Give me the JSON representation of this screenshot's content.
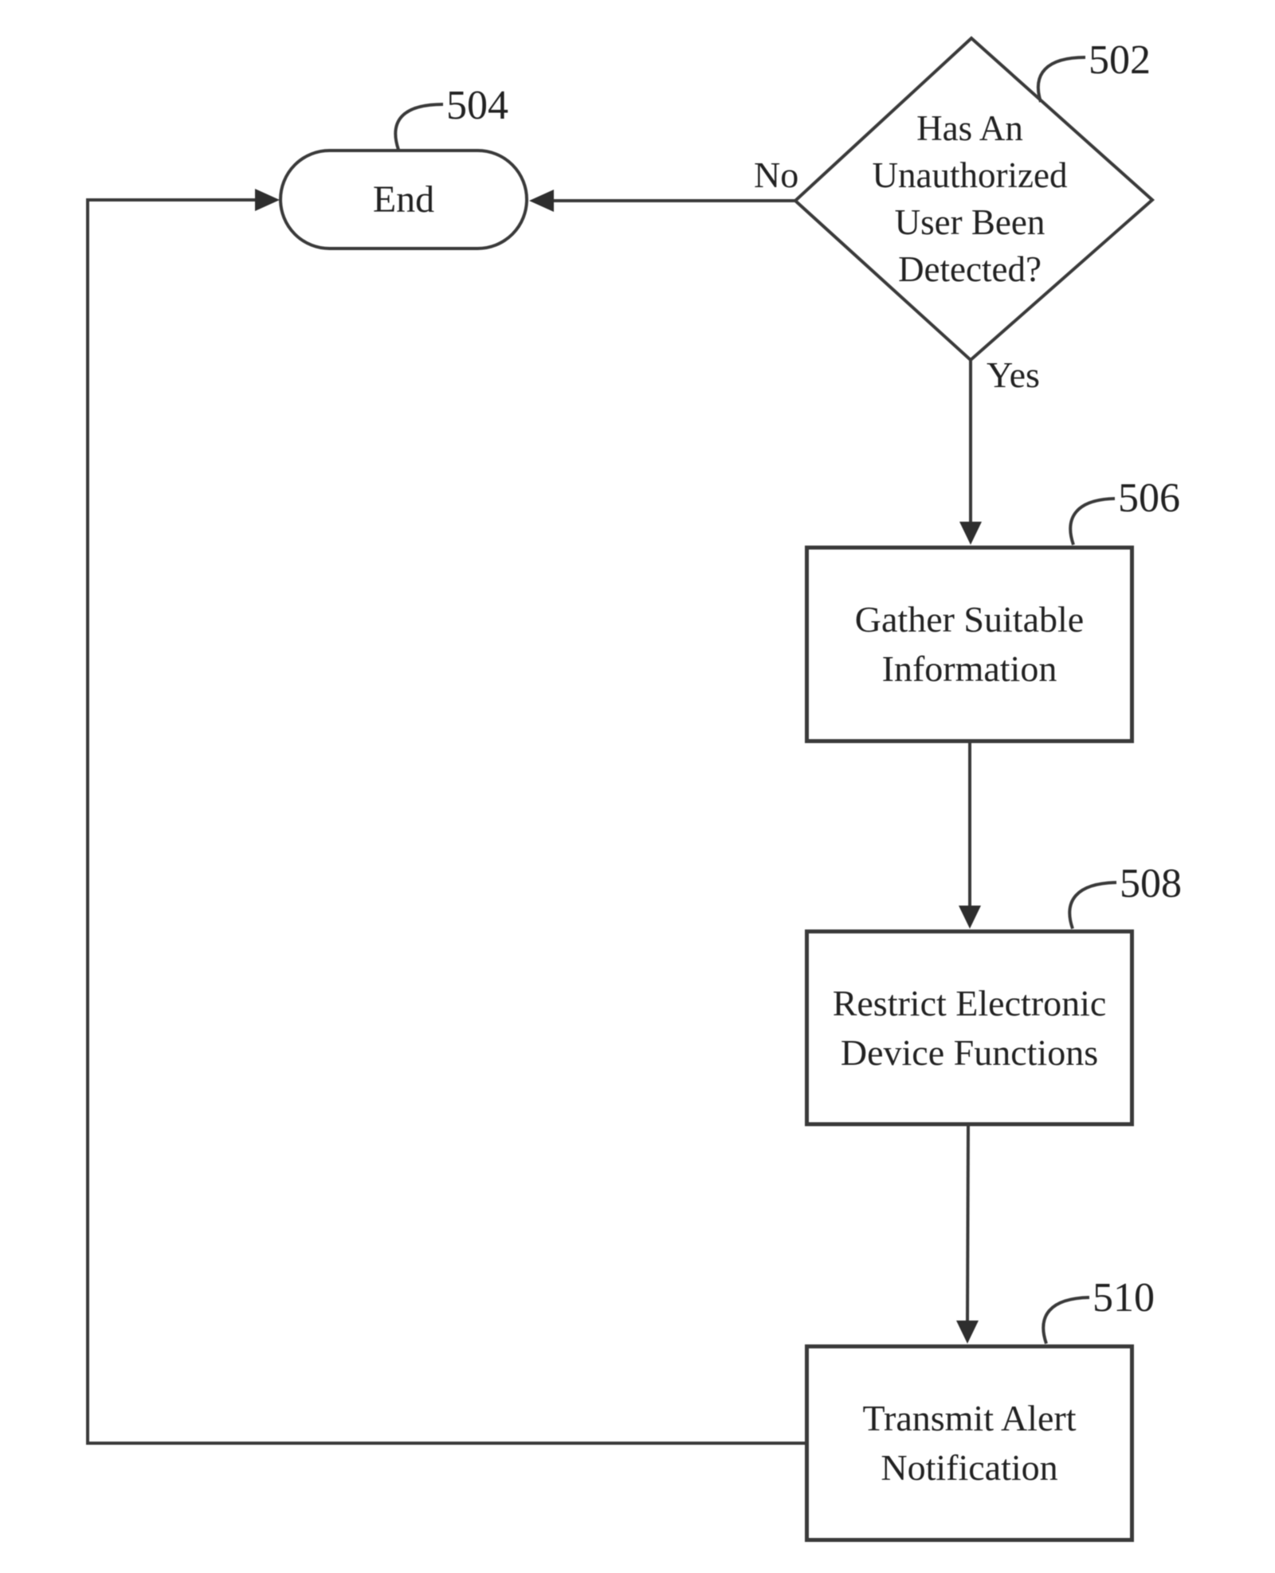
{
  "figure": {
    "colors": {
      "background": "#ffffff",
      "stroke": "#3a3a3a",
      "text": "#222222"
    },
    "decision": {
      "ref": "502",
      "text": "Has An\nUnauthorized\nUser Been\nDetected?",
      "no_label": "No",
      "yes_label": "Yes"
    },
    "end_node": {
      "ref": "504",
      "text": "End"
    },
    "gather": {
      "ref": "506",
      "text": "Gather Suitable\nInformation"
    },
    "restrict": {
      "ref": "508",
      "text": "Restrict Electronic\nDevice Functions"
    },
    "transmit": {
      "ref": "510",
      "text": "Transmit Alert\nNotification"
    }
  }
}
